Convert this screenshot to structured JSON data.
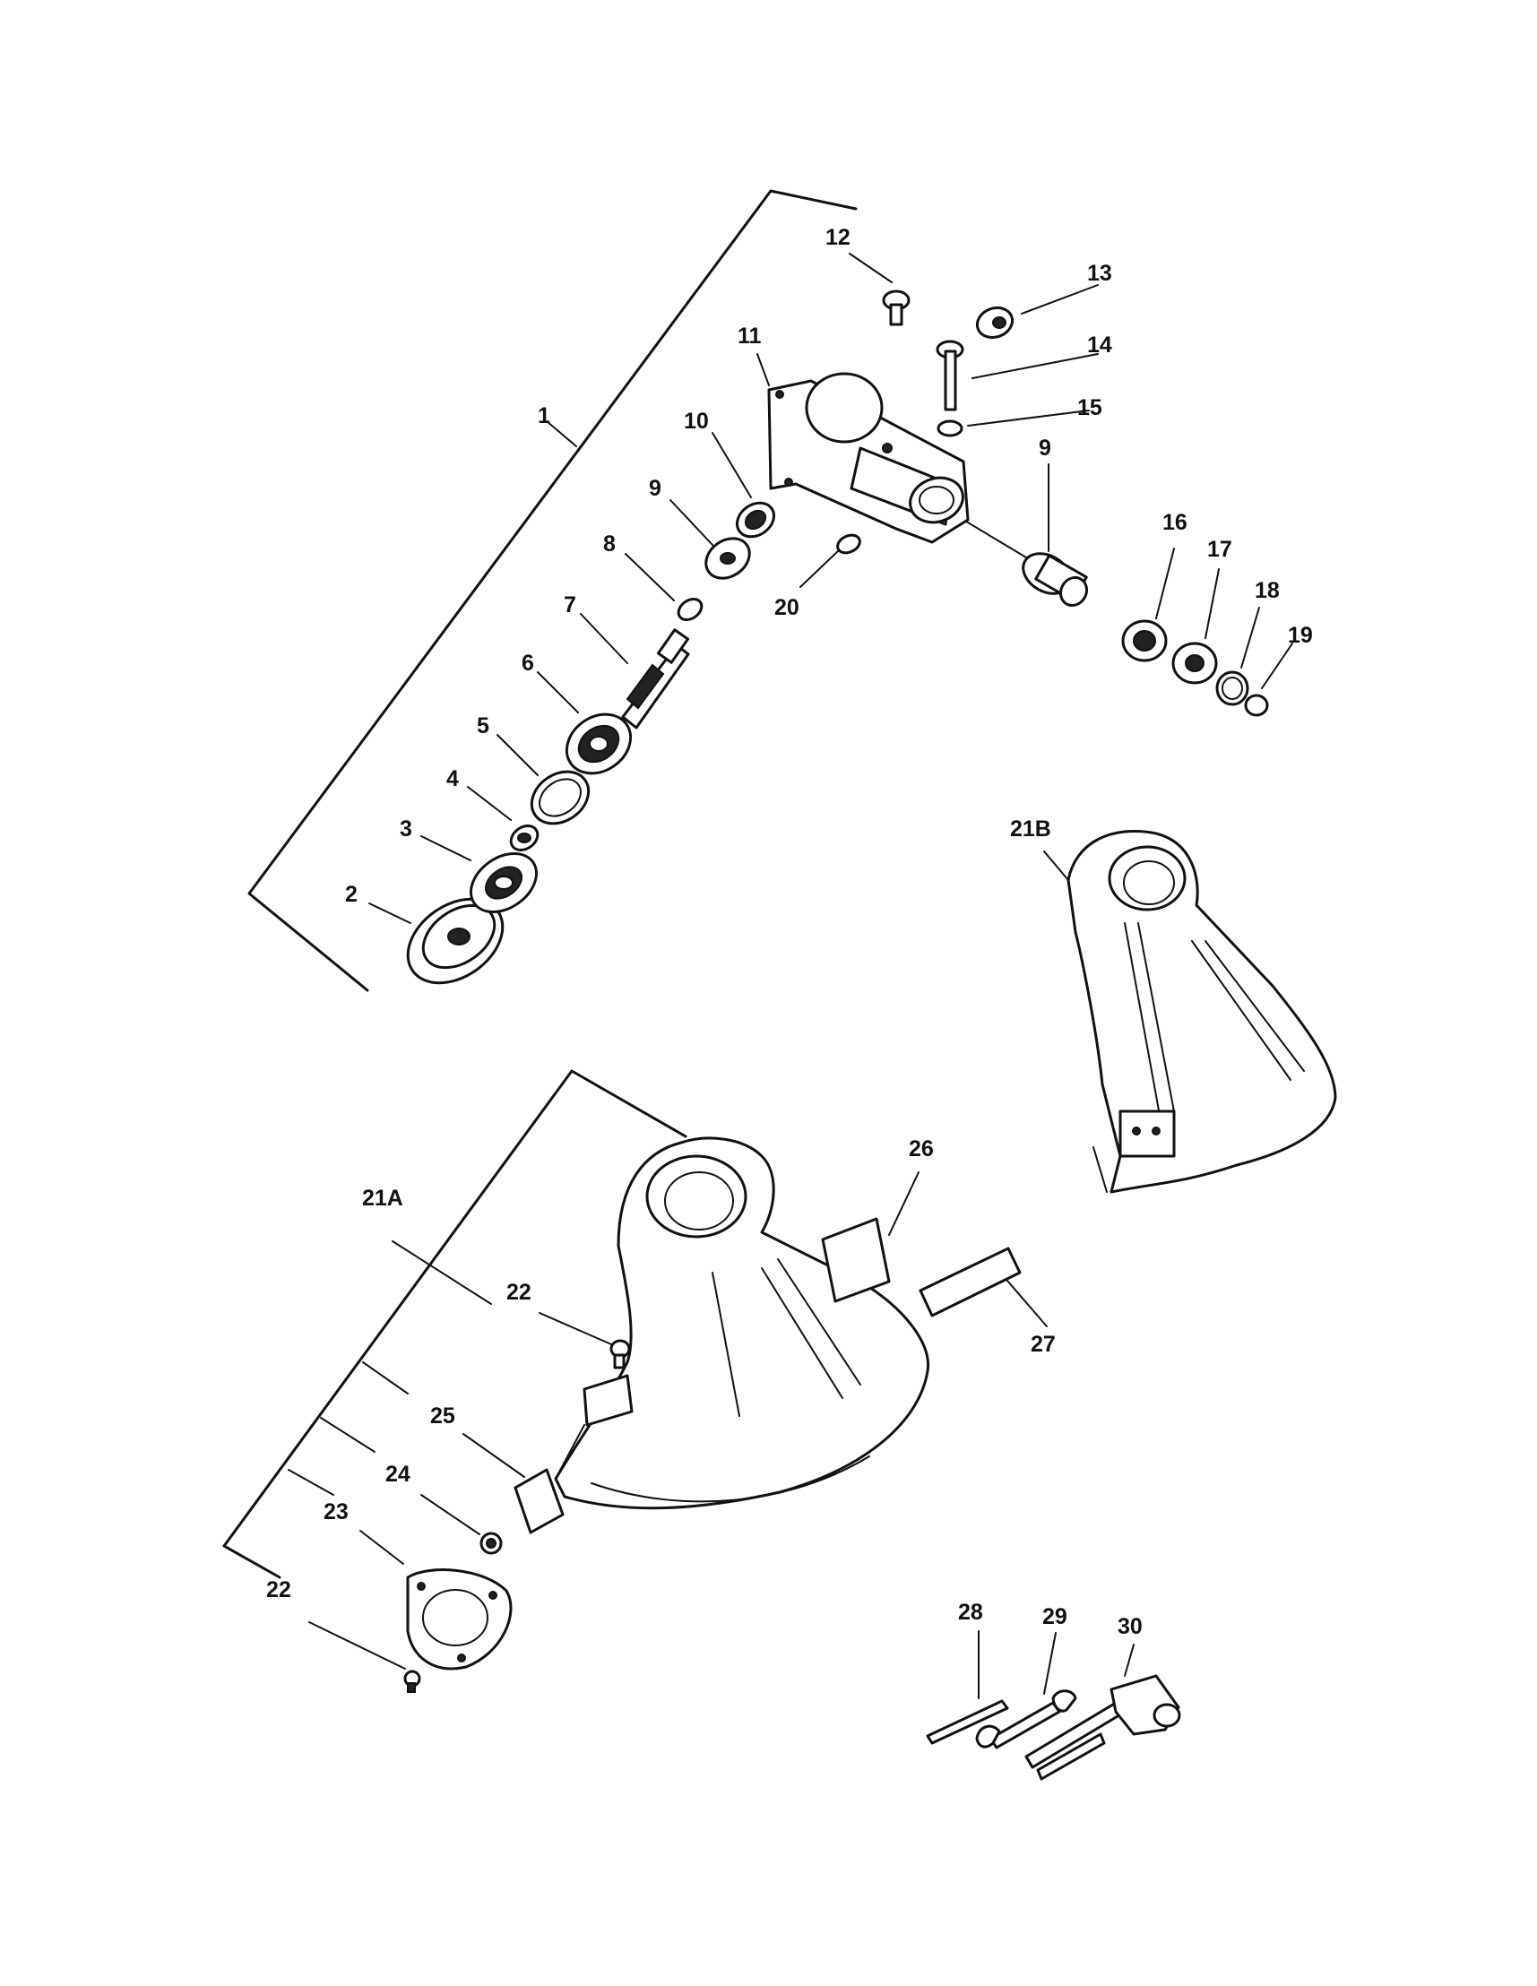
{
  "diagram": {
    "callouts": {
      "c1": "1",
      "c2": "2",
      "c3": "3",
      "c4": "4",
      "c5": "5",
      "c6": "6",
      "c7": "7",
      "c8": "8",
      "c9a": "9",
      "c9b": "9",
      "c10": "10",
      "c11": "11",
      "c12": "12",
      "c13": "13",
      "c14": "14",
      "c15": "15",
      "c16": "16",
      "c17": "17",
      "c18": "18",
      "c19": "19",
      "c20": "20",
      "c21a": "21A",
      "c21b": "21B",
      "c22a": "22",
      "c22b": "22",
      "c23": "23",
      "c24": "24",
      "c25": "25",
      "c26": "26",
      "c27": "27",
      "c28": "28",
      "c29": "29",
      "c30": "30"
    }
  }
}
